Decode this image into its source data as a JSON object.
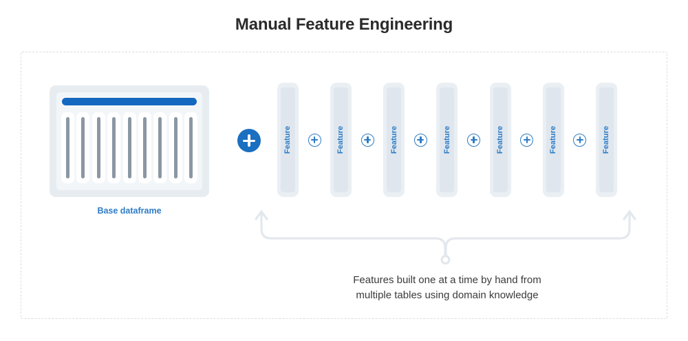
{
  "title": "Manual Feature Engineering",
  "dataframe": {
    "label": "Base dataframe",
    "header_bar_color": "#1568c0",
    "column_count": 9,
    "outer_color": "#e7ecf0",
    "inner_color": "#f3f6f9",
    "column_bar_color": "#8b97a3",
    "label_color": "#2d7cc6"
  },
  "big_plus": {
    "icon": "plus-icon",
    "color": "#1a6fc0",
    "glyph_color": "#ffffff"
  },
  "features": {
    "cards": [
      {
        "label": "Feature"
      },
      {
        "label": "Feature"
      },
      {
        "label": "Feature"
      },
      {
        "label": "Feature"
      },
      {
        "label": "Feature"
      },
      {
        "label": "Feature"
      },
      {
        "label": "Feature"
      }
    ],
    "connectors": [
      {
        "icon": "plus-icon"
      },
      {
        "icon": "plus-icon"
      },
      {
        "icon": "plus-icon"
      },
      {
        "icon": "plus-icon"
      },
      {
        "icon": "plus-icon"
      },
      {
        "icon": "plus-icon"
      }
    ],
    "card_color": "#eaeff4",
    "card_inner_color": "#dfe6ee",
    "label_color": "#2b7bc4",
    "connector_color": "#2b7bc4"
  },
  "brace": {
    "icon": "curly-brace-up-arrows",
    "color": "#e3e8ed"
  },
  "caption": {
    "line1": "Features built one at a time by hand from",
    "line2": "multiple tables using domain knowledge",
    "color": "#3a3a3a"
  },
  "frame": {
    "border_style": "dashed",
    "border_color": "#d9dde1"
  }
}
